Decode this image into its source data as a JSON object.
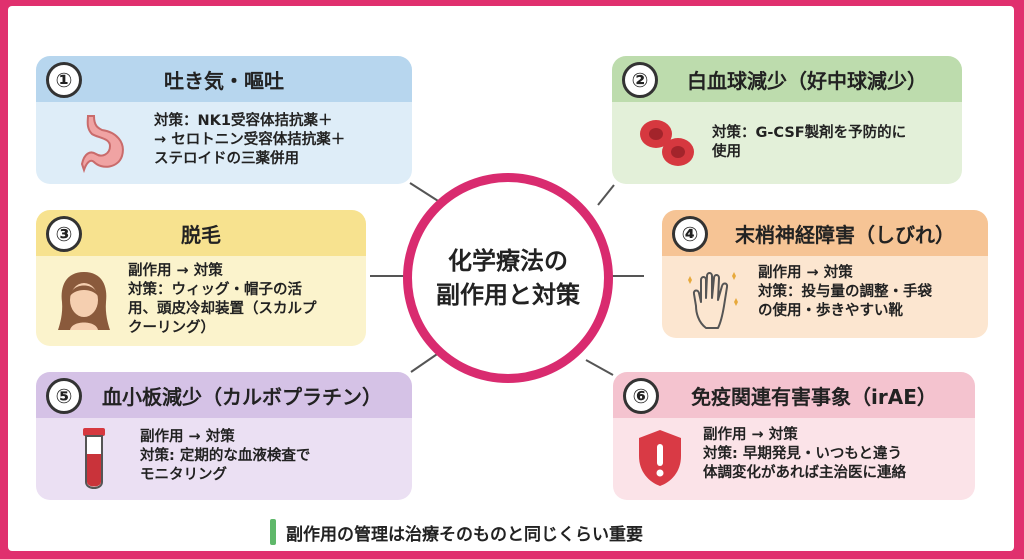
{
  "center": {
    "title": "化学療法の\n副作用と対策"
  },
  "cards": [
    {
      "num": "①",
      "heading": "吐き気・嘔吐",
      "icon": "stomach-icon",
      "text": "対策：NK1受容体拮抗薬＋\n→ セロトニン受容体拮抗薬＋\nステロイドの三薬併用"
    },
    {
      "num": "②",
      "heading": "白血球減少（好中球減少）",
      "icon": "blood-cells-icon",
      "text": "対策：G-CSF製剤を予防的に\n使用"
    },
    {
      "num": "③",
      "heading": "脱毛",
      "icon": "woman-hair-icon",
      "text": "副作用 → 対策\n対策：ウィッグ・帽子の活\n用、頭皮冷却装置（スカルプ\nクーリング）"
    },
    {
      "num": "④",
      "heading": "末梢神経障害（しびれ）",
      "icon": "tingling-hand-icon",
      "text": "副作用 → 対策\n対策：投与量の調整・手袋\nの使用・歩きやすい靴"
    },
    {
      "num": "⑤",
      "heading": "血小板減少（カルボプラチン）",
      "icon": "test-tube-icon",
      "text": "副作用 → 対策\n対策: 定期的な血液検査で\nモニタリング"
    },
    {
      "num": "⑥",
      "heading": "免疫関連有害事象（irAE）",
      "icon": "warning-shield-icon",
      "text": "副作用 → 対策\n対策: 早期発見・いつもと違う\n体調変化があれば主治医に連絡"
    }
  ],
  "footer": {
    "text": "副作用の管理は治療そのものと同じくらい重要"
  },
  "colors": {
    "accent": "#d92b6f",
    "frame": "#e0306e",
    "footer_bar": "#5fb86a"
  }
}
